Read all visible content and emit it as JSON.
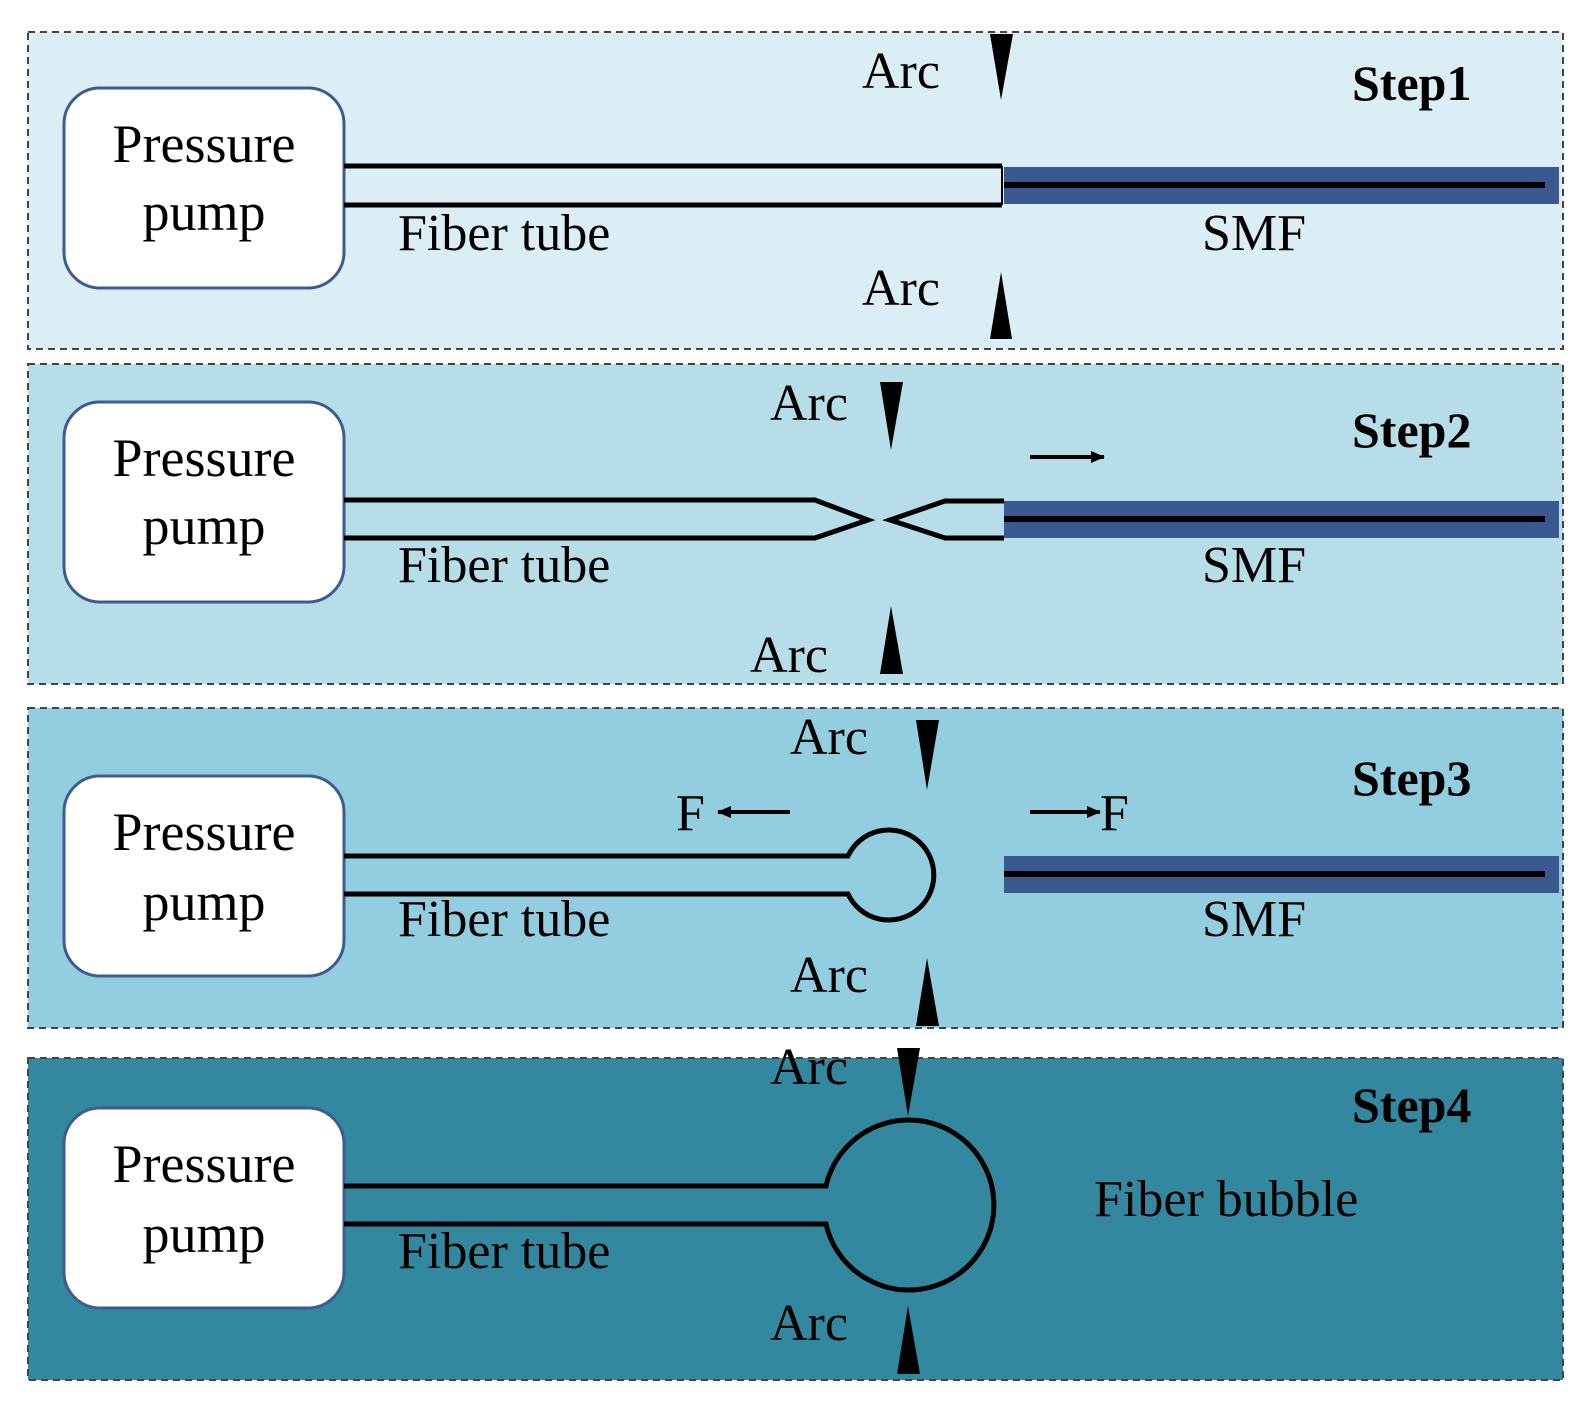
{
  "colors": {
    "panel1": "#dbeef5",
    "panel2": "#b7dde9",
    "panel3": "#93cde0",
    "panel4": "#33879f",
    "smf_cladding": "#3a5a8f",
    "pump_border": "#3d5c8f"
  },
  "labels": {
    "arc": "Arc",
    "fiber_tube": "Fiber tube",
    "smf": "SMF",
    "force": "F",
    "fiber_bubble": "Fiber bubble",
    "pump_line1": "Pressure",
    "pump_line2": "pump"
  },
  "steps": [
    {
      "title": "Step1"
    },
    {
      "title": "Step2"
    },
    {
      "title": "Step3"
    },
    {
      "title": "Step4"
    }
  ]
}
